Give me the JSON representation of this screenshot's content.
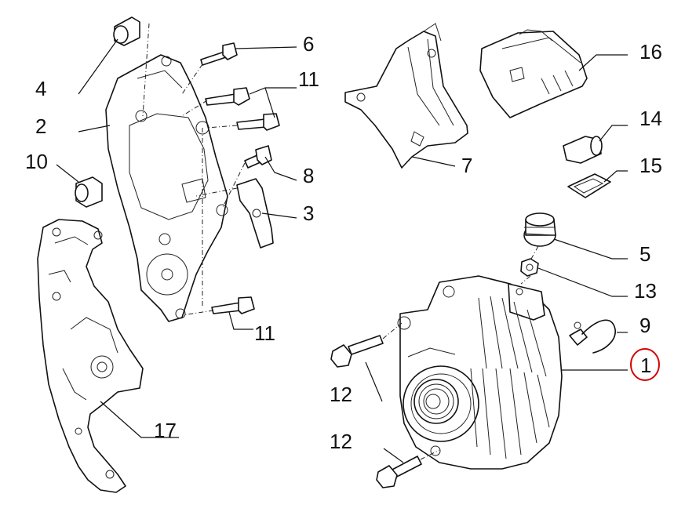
{
  "diagram": {
    "callouts": [
      {
        "id": "c1",
        "label": "1",
        "highlighted": true
      },
      {
        "id": "c2",
        "label": "2"
      },
      {
        "id": "c3",
        "label": "3"
      },
      {
        "id": "c4",
        "label": "4"
      },
      {
        "id": "c5",
        "label": "5"
      },
      {
        "id": "c6",
        "label": "6"
      },
      {
        "id": "c7",
        "label": "7"
      },
      {
        "id": "c8",
        "label": "8"
      },
      {
        "id": "c9",
        "label": "9"
      },
      {
        "id": "c10",
        "label": "10"
      },
      {
        "id": "c11a",
        "label": "11"
      },
      {
        "id": "c11b",
        "label": "11"
      },
      {
        "id": "c12a",
        "label": "12"
      },
      {
        "id": "c12b",
        "label": "12"
      },
      {
        "id": "c13",
        "label": "13"
      },
      {
        "id": "c14",
        "label": "14"
      },
      {
        "id": "c15",
        "label": "15"
      },
      {
        "id": "c16",
        "label": "16"
      },
      {
        "id": "c17",
        "label": "17"
      }
    ],
    "colors": {
      "ink": "#111111",
      "highlight": "#d40000",
      "background": "#ffffff"
    }
  }
}
